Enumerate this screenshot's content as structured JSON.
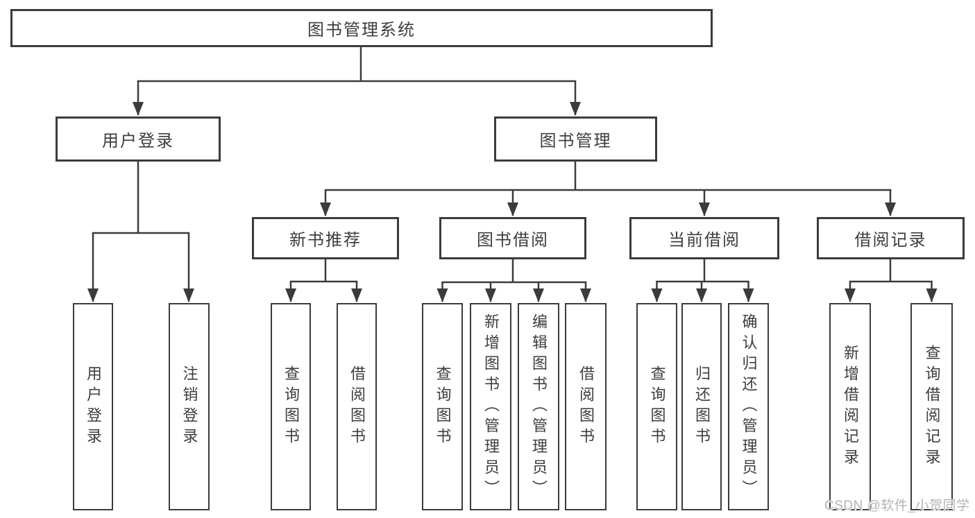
{
  "colors": {
    "line": "#3b3b3b",
    "text": "#3d3d3d",
    "watermark": "#b3b3b3",
    "background": "#ffffff"
  },
  "diagram": {
    "root": {
      "label": "图书管理系统"
    },
    "level2": [
      {
        "label": "用户登录",
        "children": [
          {
            "label": "用户登录"
          },
          {
            "label": "注销登录"
          }
        ]
      },
      {
        "label": "图书管理",
        "children": [
          {
            "label": "新书推荐",
            "children": [
              {
                "label": "查询图书"
              },
              {
                "label": "借阅图书"
              }
            ]
          },
          {
            "label": "图书借阅",
            "children": [
              {
                "label": "查询图书"
              },
              {
                "label": "新增图书（管理员）"
              },
              {
                "label": "编辑图书（管理员）"
              },
              {
                "label": "借阅图书"
              }
            ]
          },
          {
            "label": "当前借阅",
            "children": [
              {
                "label": "查询图书"
              },
              {
                "label": "归还图书"
              },
              {
                "label": "确认归还（管理员）"
              }
            ]
          },
          {
            "label": "借阅记录",
            "children": [
              {
                "label": "新增借阅记录"
              },
              {
                "label": "查询借阅记录"
              }
            ]
          }
        ]
      }
    ]
  },
  "watermark": {
    "text": "CSDN @软件_小贺同学"
  }
}
